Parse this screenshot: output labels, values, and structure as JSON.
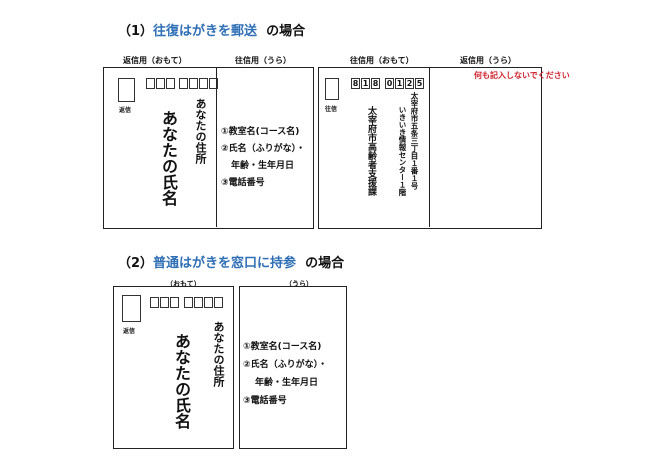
{
  "section1": {
    "prefix": "（1）",
    "highlight": "往復はがきを郵送",
    "suffix": "の場合",
    "col_headers": [
      "返信用（おもて）",
      "往信用（うら）",
      "往信用（おもて）",
      "返信用（うら）"
    ],
    "reply_front": {
      "stamp_label": "返信",
      "address": "あなたの住所",
      "name": "あなたの氏名"
    },
    "outgoing_back": {
      "lines": [
        "①教室名(コース名)",
        "②氏名（ふりがな）・",
        "年齢・生年月日",
        "③電話番号"
      ]
    },
    "outgoing_front": {
      "stamp_label": "往信",
      "zip": [
        "8",
        "1",
        "8",
        "0",
        "1",
        "2",
        "5"
      ],
      "address_line1": "太宰府市五条三丁目１番１号",
      "address_line2": "いきいき情報センター１階",
      "recipient": "太宰府市高齢者支援課"
    },
    "reply_back": {
      "note": "何も記入しないでください"
    }
  },
  "section2": {
    "prefix": "（2）",
    "highlight": "普通はがきを窓口に持参",
    "suffix": "の場合",
    "col_headers": [
      "（おもて）",
      "（うら）"
    ],
    "front": {
      "stamp_label": "返信",
      "address": "あなたの住所",
      "name": "あなたの氏名"
    },
    "back": {
      "lines": [
        "①教室名(コース名)",
        "②氏名（ふりがな）・",
        "年齢・生年月日",
        "③電話番号"
      ]
    }
  }
}
